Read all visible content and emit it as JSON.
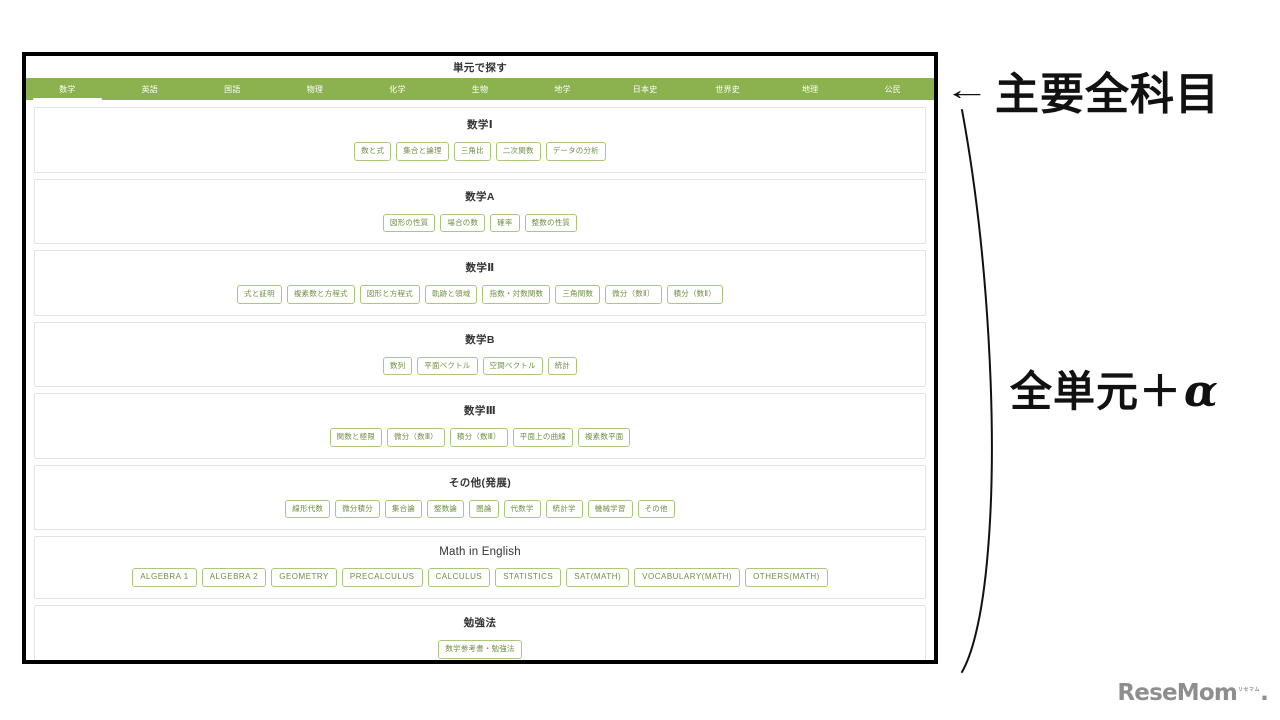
{
  "panel": {
    "header_title": "単元で探す",
    "tabs": [
      {
        "label": "数学",
        "active": true
      },
      {
        "label": "英語",
        "active": false
      },
      {
        "label": "国語",
        "active": false
      },
      {
        "label": "物理",
        "active": false
      },
      {
        "label": "化学",
        "active": false
      },
      {
        "label": "生物",
        "active": false
      },
      {
        "label": "地学",
        "active": false
      },
      {
        "label": "日本史",
        "active": false
      },
      {
        "label": "世界史",
        "active": false
      },
      {
        "label": "地理",
        "active": false
      },
      {
        "label": "公民",
        "active": false
      }
    ],
    "sections": [
      {
        "title": "数学Ⅰ",
        "latin": false,
        "tags": [
          "数と式",
          "集合と論理",
          "三角比",
          "二次関数",
          "データの分析"
        ]
      },
      {
        "title": "数学A",
        "latin": false,
        "tags": [
          "図形の性質",
          "場合の数",
          "確率",
          "整数の性質"
        ]
      },
      {
        "title": "数学Ⅱ",
        "latin": false,
        "tags": [
          "式と証明",
          "複素数と方程式",
          "図形と方程式",
          "軌跡と領域",
          "指数・対数関数",
          "三角関数",
          "微分（数Ⅱ）",
          "積分（数Ⅱ）"
        ]
      },
      {
        "title": "数学B",
        "latin": false,
        "tags": [
          "数列",
          "平面ベクトル",
          "空間ベクトル",
          "統計"
        ]
      },
      {
        "title": "数学Ⅲ",
        "latin": false,
        "tags": [
          "関数と極限",
          "微分（数Ⅲ）",
          "積分（数Ⅲ）",
          "平面上の曲線",
          "複素数平面"
        ]
      },
      {
        "title": "その他(発展)",
        "latin": false,
        "tags": [
          "線形代数",
          "微分積分",
          "集合論",
          "整数論",
          "圏論",
          "代数学",
          "統計学",
          "機械学習",
          "その他"
        ]
      },
      {
        "title": "Math in English",
        "latin": true,
        "tags": [
          "ALGEBRA 1",
          "ALGEBRA 2",
          "GEOMETRY",
          "PRECALCULUS",
          "CALCULUS",
          "STATISTICS",
          "SAT(MATH)",
          "VOCABULARY(MATH)",
          "OTHERS(MATH)"
        ]
      },
      {
        "title": "勉強法",
        "latin": false,
        "tags": [
          "数学参考書・勉強法"
        ]
      }
    ]
  },
  "annotations": {
    "arrow_glyph": "←",
    "top_label": "主要全科目",
    "mid_label": "全単元＋",
    "mid_alpha": "α"
  },
  "logo": {
    "text": "ReseMom",
    "superscript": "リセマム",
    "dot": "."
  },
  "colors": {
    "tab_bar_green": "#8cb250",
    "tag_border_green": "#a8c87a",
    "tag_text_green": "#6f8f45",
    "card_border": "#e3e3e3",
    "frame_black": "#000000",
    "logo_gray": "#8e8e8e"
  }
}
